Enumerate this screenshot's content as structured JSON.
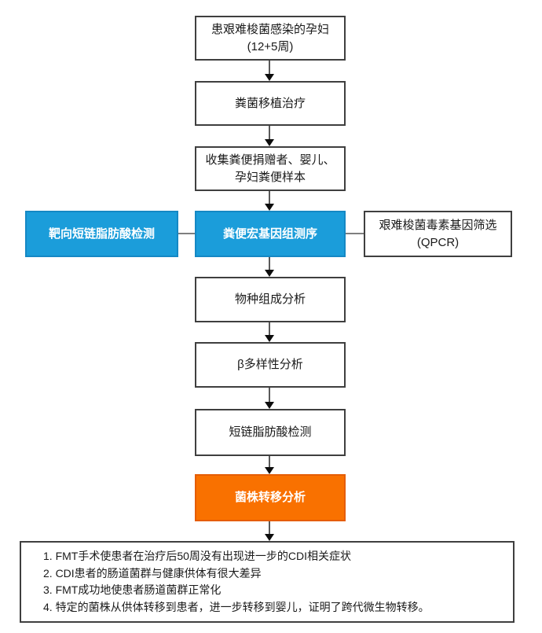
{
  "colors": {
    "background": "#ffffff",
    "box_border": "#3f3f3f",
    "connector_gray": "#7f7f7f",
    "arrowhead_black": "#0d0d0d",
    "process_highlight_blue": "#1b9dda",
    "result_highlight_orange": "#f97100"
  },
  "flowchart": {
    "nodes": {
      "patient": {
        "line1": "患艰难梭菌感染的孕妇",
        "line2": "(12+5周)"
      },
      "fmt_treatment": {
        "label": "粪菌移植治疗"
      },
      "sample_collection": {
        "line1": "收集粪便捐赠者、婴儿、",
        "line2": "孕妇粪便样本"
      },
      "targeted_scfa": {
        "label": "靶向短链脂肪酸检测"
      },
      "metagenomic_sequencing": {
        "label": "粪便宏基因组测序"
      },
      "toxin_gene_screening": {
        "line1": "艰难梭菌毒素基因筛选",
        "line2": "(QPCR)"
      },
      "species_composition": {
        "label": "物种组成分析"
      },
      "beta_diversity": {
        "label": "β多样性分析"
      },
      "scfa_detection": {
        "label": "短链脂肪酸检测"
      },
      "strain_transfer": {
        "label": "菌株转移分析"
      },
      "conclusions": {
        "items": [
          "1. FMT手术使患者在治疗后50周没有出现进一步的CDI相关症状",
          "2. CDI患者的肠道菌群与健康供体有很大差异",
          "3. FMT成功地使患者肠道菌群正常化",
          "4. 特定的菌株从供体转移到患者，进一步转移到婴儿，证明了跨代微生物转移。"
        ]
      }
    }
  }
}
